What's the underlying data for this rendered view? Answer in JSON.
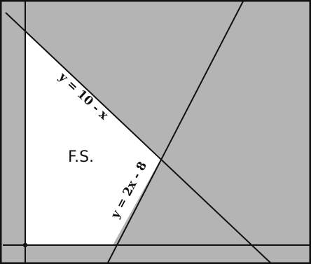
{
  "diagram": {
    "feasible_region_label": "F.S.",
    "constraints": [
      {
        "equation": "y = 10 - x"
      },
      {
        "equation": "y = 2x - 8"
      }
    ],
    "colors": {
      "shaded": "#b4b4b4",
      "feasible": "#ffffff",
      "lines": "#111111"
    }
  }
}
